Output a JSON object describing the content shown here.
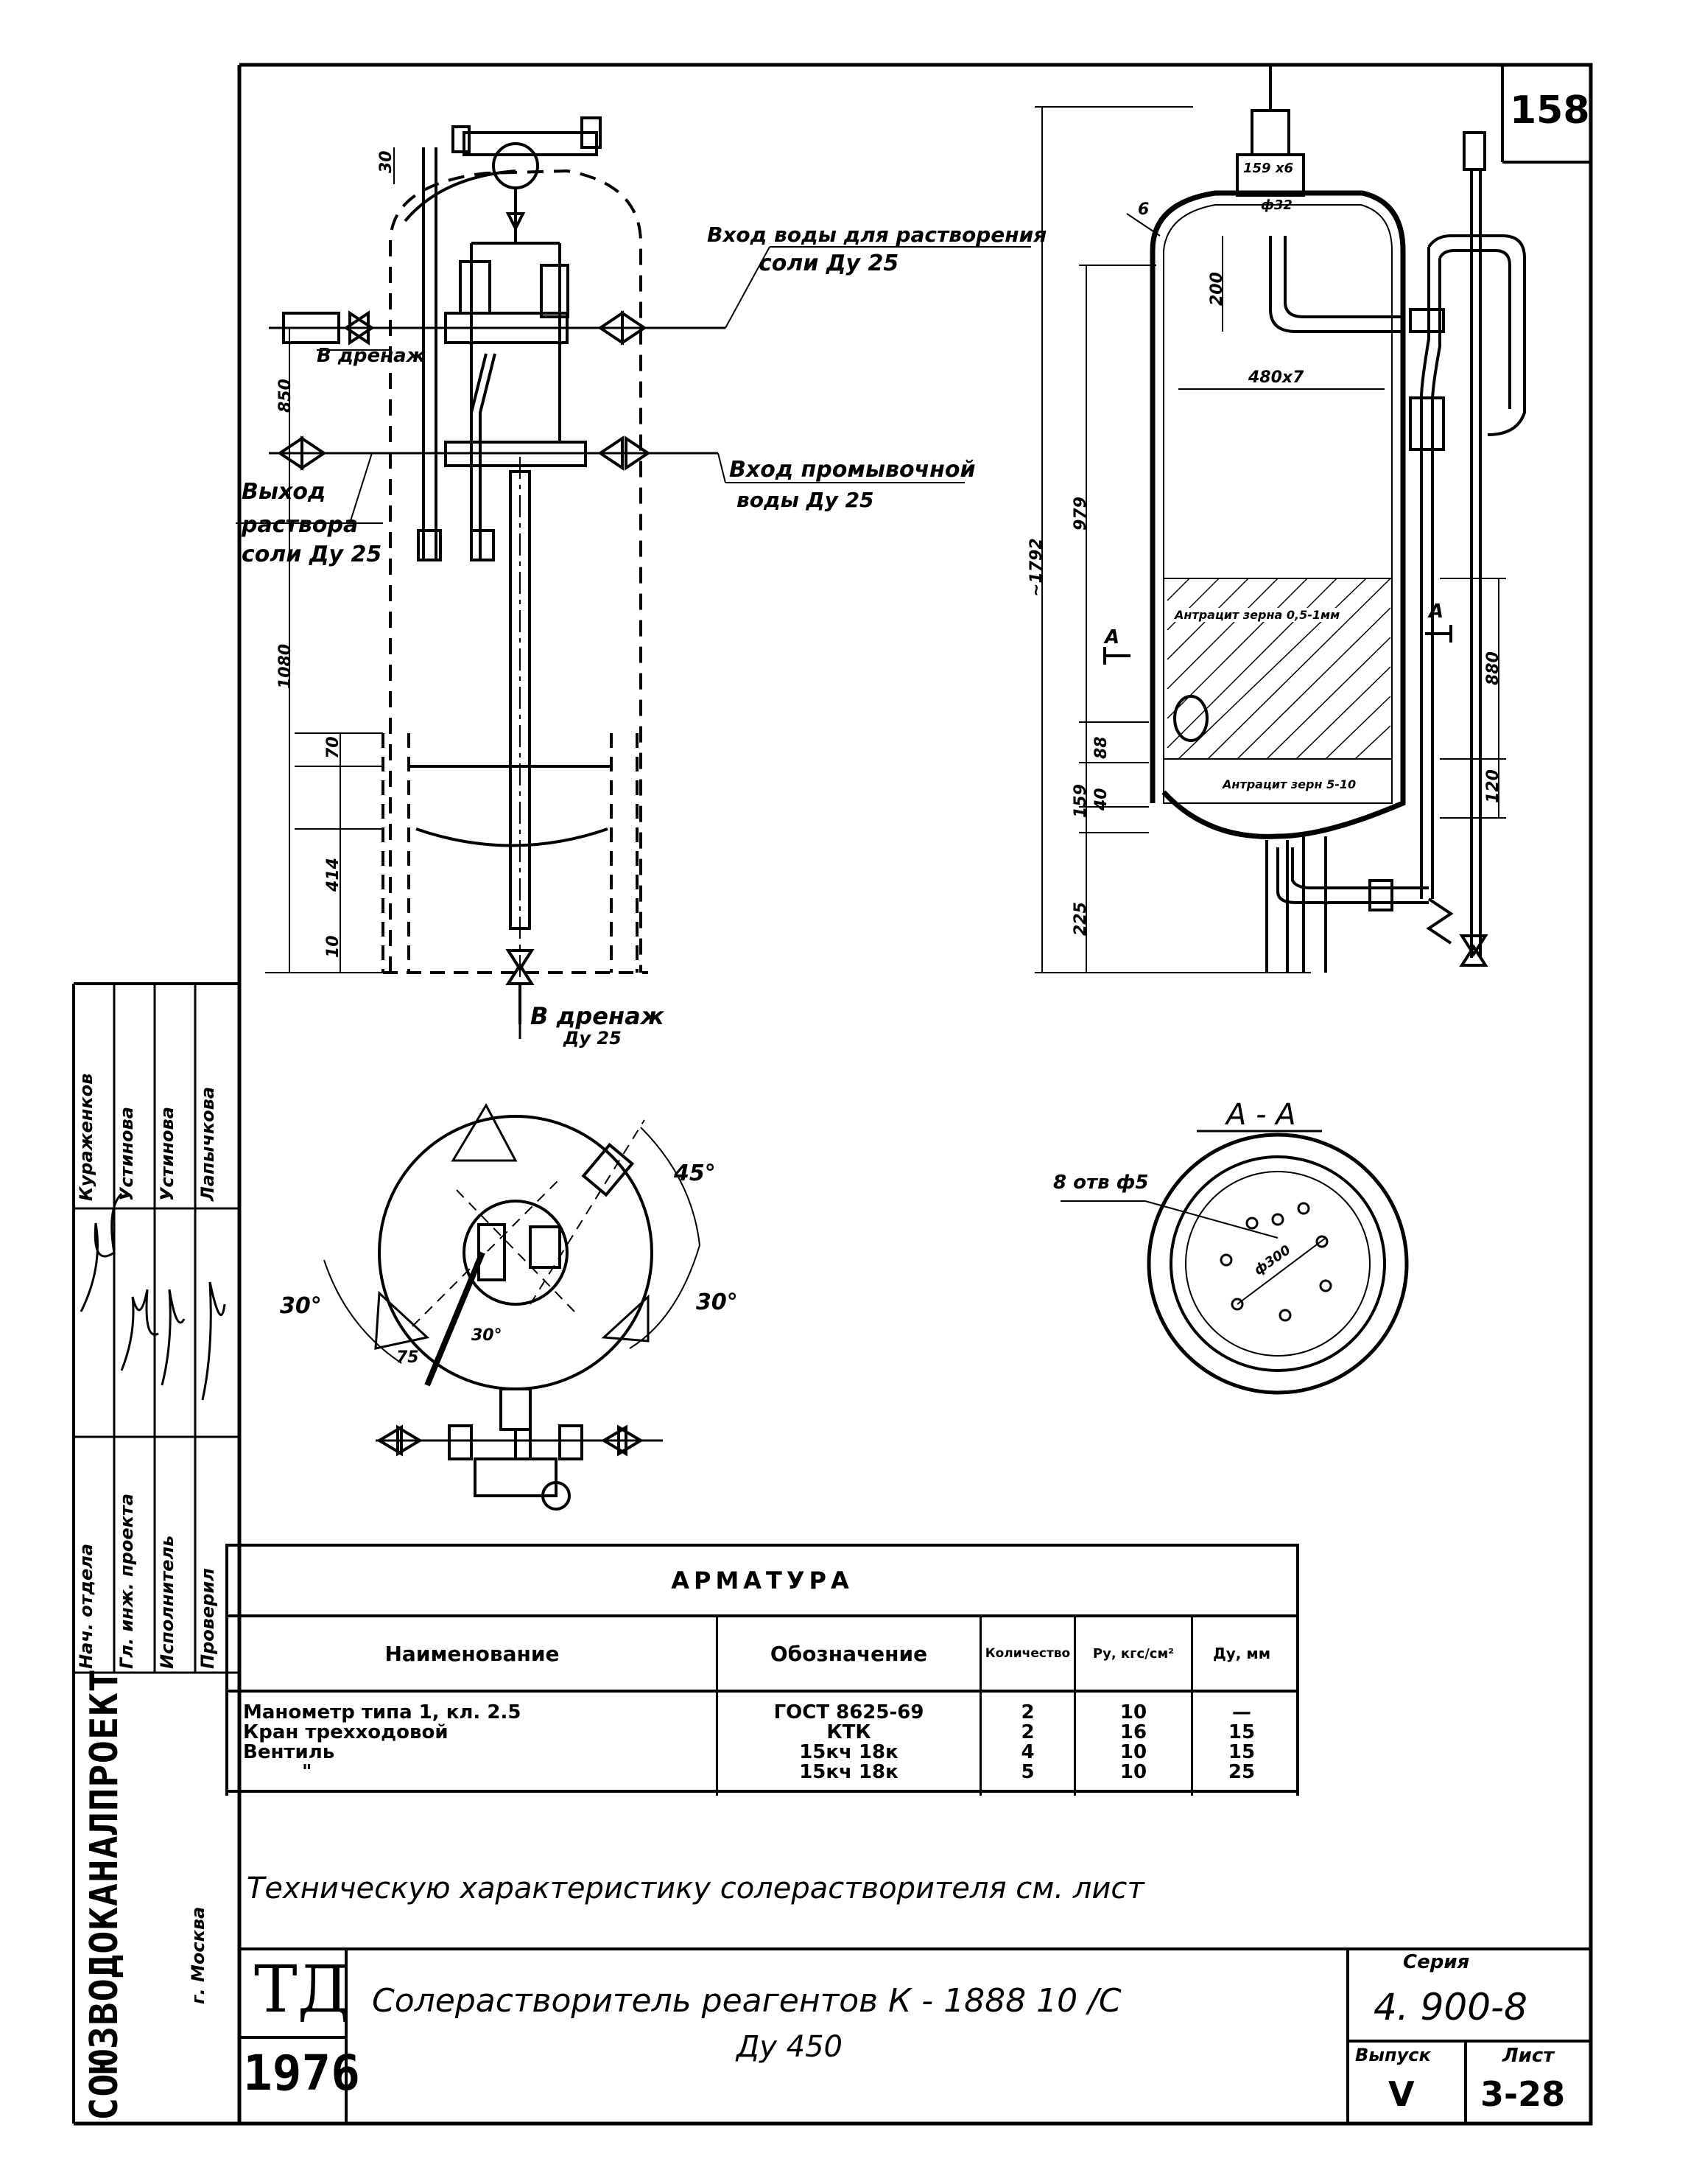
{
  "sheet_number": "158",
  "labels": {
    "inlet_dissolve_l1": "Вход воды для растворения",
    "inlet_dissolve_l2": "соли  Ду 25",
    "drain_top": "В дренаж",
    "outlet_l1": "Выход",
    "outlet_l2": "раствора",
    "outlet_l3": "соли  Ду 25",
    "inlet_wash_l1": "Вход  промывочной",
    "inlet_wash_l2": "воды  Ду 25",
    "drain_bottom_l1": "В дренаж",
    "drain_bottom_l2": "Ду 25",
    "anthracite_upper": "Антрацит зерна 0,5-1мм",
    "anthracite_lower": "Антрацит зерн 5-10",
    "section_title": "А - А",
    "holes": "8 отв ф5",
    "section_marker": "А",
    "diameter_note": "ф300"
  },
  "dimensions": {
    "d30": "30",
    "d850": "850",
    "d1080": "1080",
    "d70": "70",
    "d414": "414",
    "d10": "10",
    "d1792": "~1792",
    "d979": "979",
    "d200": "200",
    "d480": "480х7",
    "d150": "159 х6",
    "d6": "6",
    "d88": "88",
    "d159": "159",
    "d40": "40",
    "d225": "225",
    "d880": "880",
    "d120": "120",
    "d32": "ф32",
    "a45": "45°",
    "a30l": "30°",
    "a30r": "30°",
    "a30c": "30°",
    "d75": "75"
  },
  "signatures": {
    "roles": [
      "Нач. отдела",
      "Гл. инж. проекта",
      "Исполнитель",
      "Проверил"
    ],
    "names": [
      "Кураженков",
      "Устинова",
      "Устинова",
      "Лапычкова"
    ]
  },
  "org": {
    "name": "СОЮЗВОДОКАНАЛПРОЕКТ",
    "city": "г. Москва"
  },
  "table": {
    "title": "АРМАТУРА",
    "headers": [
      "Наименование",
      "Обозначение",
      "Количество",
      "Ру, кгс/см²",
      "Ду, мм"
    ],
    "rows": [
      [
        "Манометр типа 1, кл. 2.5",
        "ГОСТ 8625-69",
        "2",
        "10",
        "—"
      ],
      [
        "Кран трехходовой",
        "КТК",
        "2",
        "16",
        "15"
      ],
      [
        "Вентиль",
        "15кч 18к",
        "4",
        "10",
        "15"
      ],
      [
        "\"",
        "15кч 18к",
        "5",
        "10",
        "25"
      ]
    ]
  },
  "note": "Техническую  характеристику  солерастворителя  см. лист",
  "title_block": {
    "td": "ТД",
    "year": "1976",
    "title_l1": "Солерастворитель   реагентов   К - 1888 10 /С",
    "title_l2": "Ду  450",
    "series_label": "Серия",
    "series": "4. 900-8",
    "issue_label": "Выпуск",
    "issue": "V",
    "sheet_label": "Лист",
    "sheet": "3-28"
  }
}
